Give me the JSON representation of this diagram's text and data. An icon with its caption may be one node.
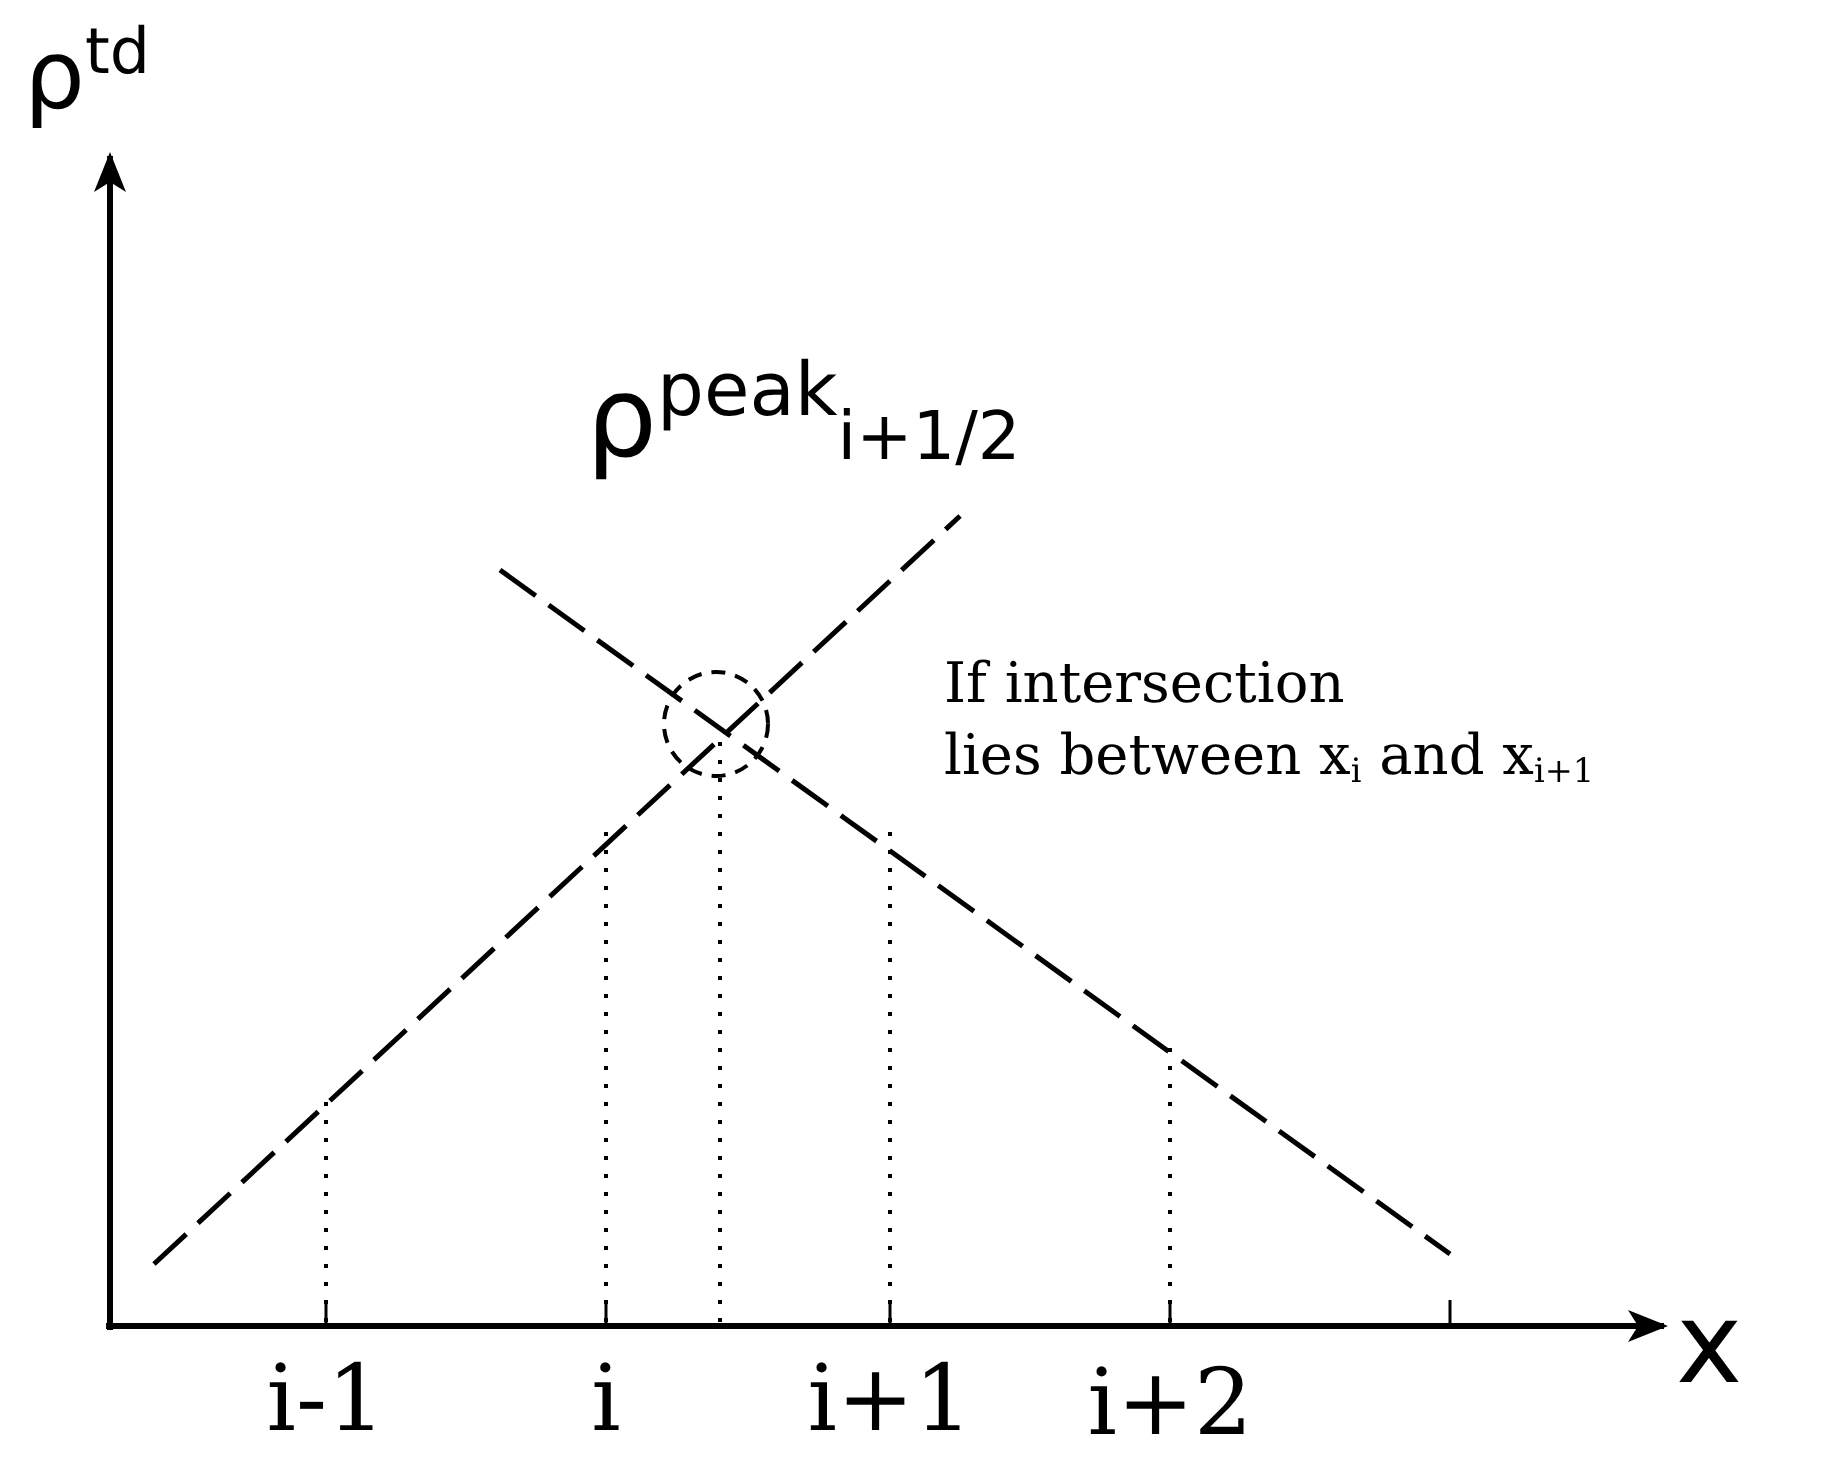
{
  "diagram": {
    "labels": [
      "ρ$^{td}$",
      "ρ$^{peak}$$_{i+1/2}$",
      "If intersection lies between x$_{i}$ and x$_{i+1}$",
      "x",
      "i-1",
      "i",
      "i+1",
      "i+2"
    ]
  }
}
